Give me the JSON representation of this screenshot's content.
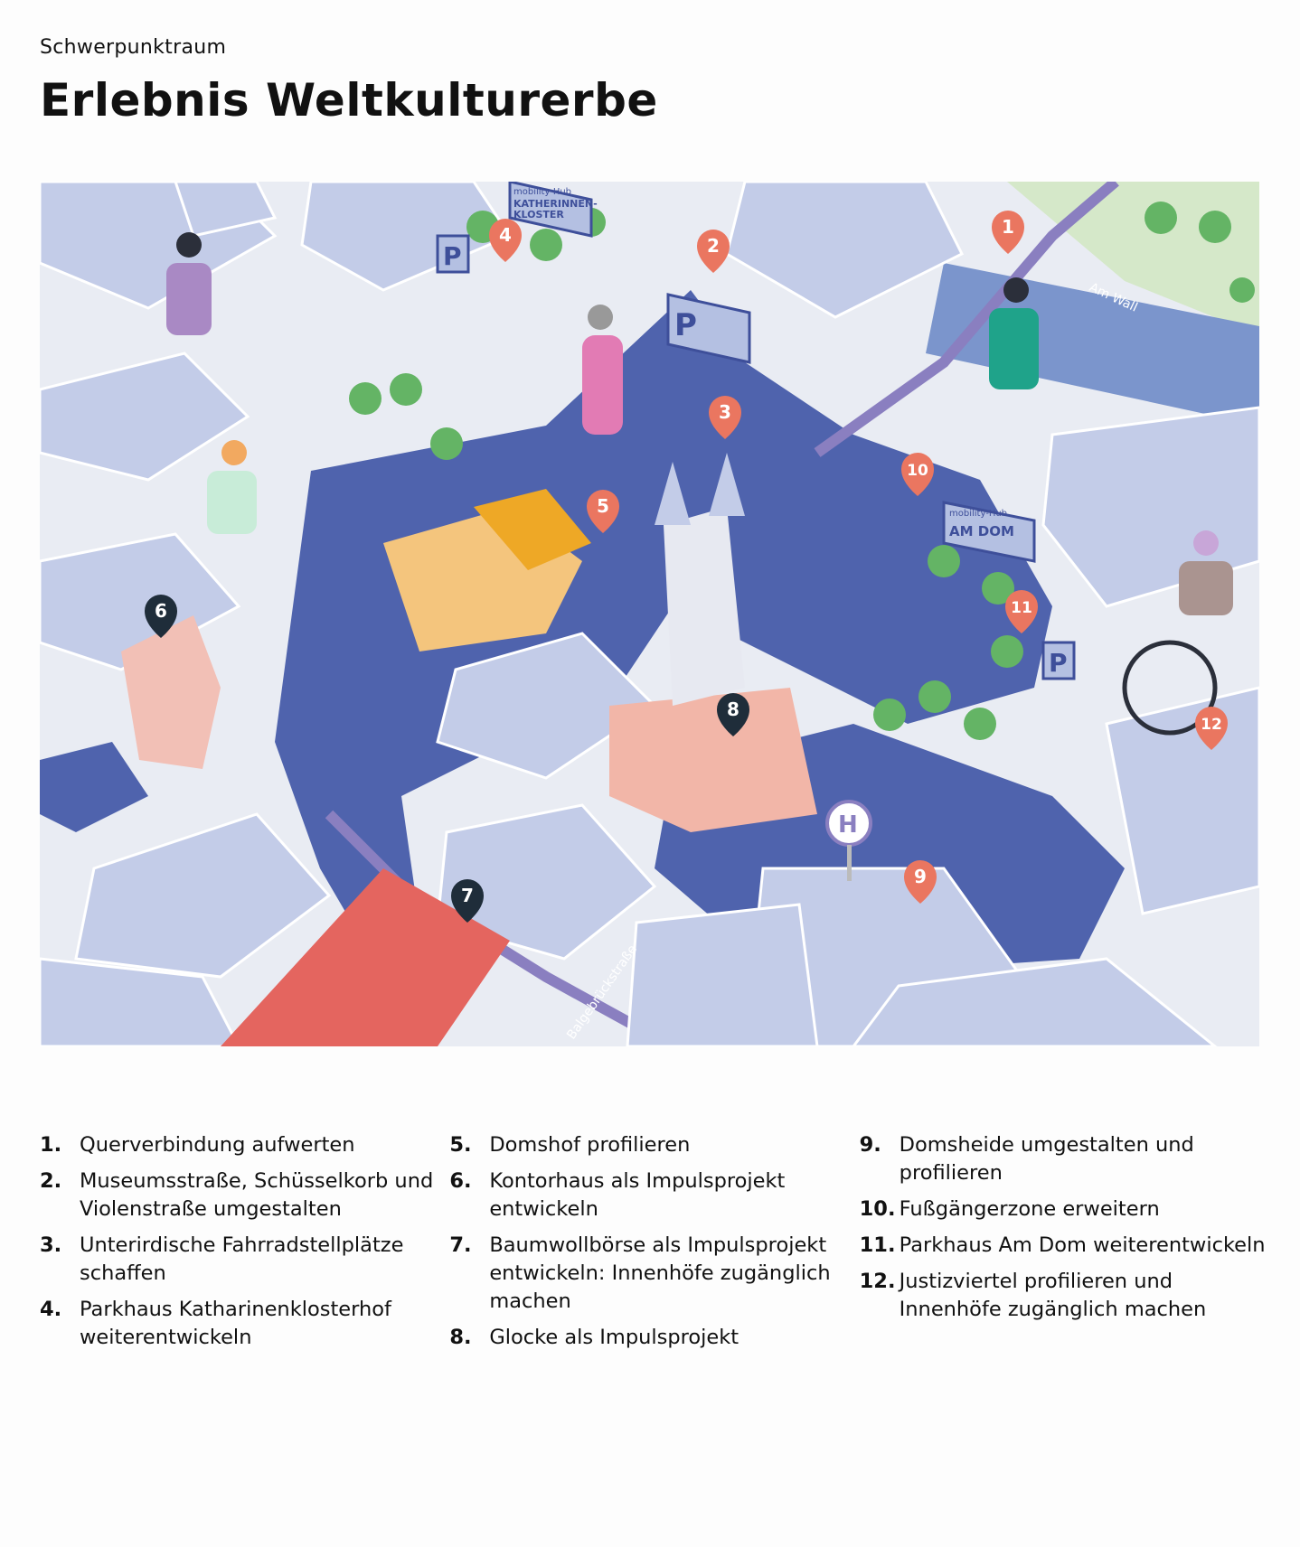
{
  "kicker": "Schwerpunktraum",
  "title": "Erlebnis Weltkulturerbe",
  "map": {
    "labels": {
      "hub1_small": "mobility-Hub",
      "hub1_big1": "KATHERINNEN-",
      "hub1_big2": "KLOSTER",
      "hub2_small": "mobility-Hub",
      "hub2_big": "AM DOM",
      "street_am_wall": "Am Wall",
      "street_balge": "Balgebrückstraße",
      "parking": "P",
      "hospital": "H"
    },
    "pins": [
      "1",
      "2",
      "3",
      "4",
      "5",
      "6",
      "7",
      "8",
      "9",
      "10",
      "11",
      "12"
    ],
    "colors": {
      "pin": "#ea7660",
      "pin_dark": "#1f2d3a",
      "plaza": "#4f63ad",
      "building": "#c3cce8",
      "road": "#eeeeee"
    }
  },
  "legend": [
    [
      {
        "num": "1.",
        "text": "Querverbindung aufwerten"
      },
      {
        "num": "2.",
        "text": "Museumsstraße, Schüsselkorb und Violenstraße umgestalten"
      },
      {
        "num": "3.",
        "text": "Unterirdische Fahrradstellplätze schaffen"
      },
      {
        "num": "4.",
        "text": "Parkhaus Katharinenklosterhof weiterentwickeln"
      }
    ],
    [
      {
        "num": "5.",
        "text": "Domshof profilieren"
      },
      {
        "num": "6.",
        "text": "Kontorhaus als Impulsprojekt entwickeln"
      },
      {
        "num": "7.",
        "text": "Baumwollbörse als Impulsprojekt entwickeln: Innenhöfe zugänglich machen"
      },
      {
        "num": "8.",
        "text": "Glocke als Impulsprojekt"
      }
    ],
    [
      {
        "num": "9.",
        "text": "Domsheide umgestalten und profilieren"
      },
      {
        "num": "10.",
        "text": "Fußgängerzone erweitern"
      },
      {
        "num": "11.",
        "text": "Parkhaus Am Dom weiterentwickeln"
      },
      {
        "num": "12.",
        "text": "Justizviertel profilieren und Innenhöfe zugänglich machen"
      }
    ]
  ]
}
